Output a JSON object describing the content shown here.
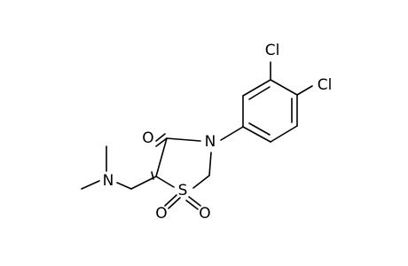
{
  "molecule": {
    "atoms": {
      "cl_top": "Cl",
      "cl_right": "Cl",
      "nitrogen_ring": "N",
      "nitrogen_amine": "N",
      "oxygen_ketone": "O",
      "sulfur": "S",
      "oxygen_sulfonyl_left": "O",
      "oxygen_sulfonyl_right": "O"
    }
  }
}
